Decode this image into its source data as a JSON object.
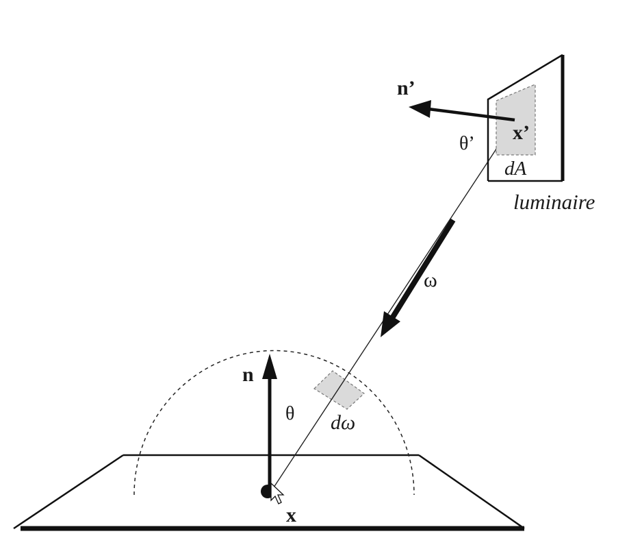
{
  "diagram": {
    "labels": {
      "normal_light": "n’",
      "theta_light": "θ’",
      "point_light": "x’",
      "area_element": "dA",
      "luminaire": "luminaire",
      "direction": "ω",
      "normal_surface": "n",
      "theta_surface": "θ",
      "solid_angle": "dω",
      "point_surface": "x"
    }
  }
}
